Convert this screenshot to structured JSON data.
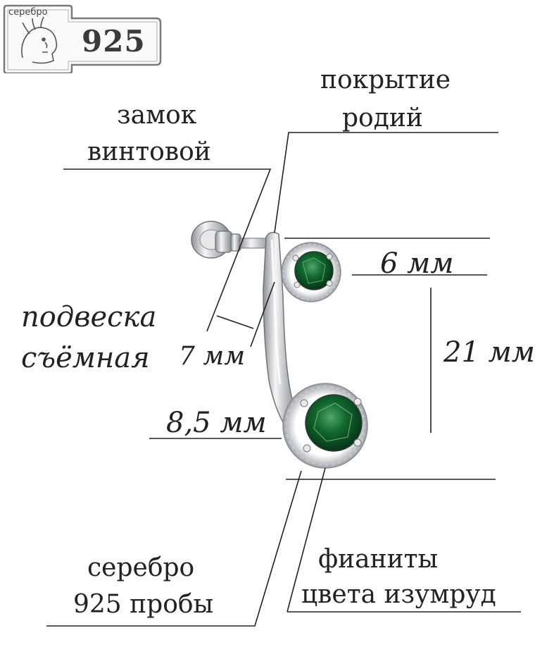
{
  "stamp": {
    "metal": "серебро",
    "fineness": "925"
  },
  "labels": {
    "coating_line1": "покрытие",
    "coating_line2": "родий",
    "lock_line1": "замок",
    "lock_line2": "винтовой",
    "pendant_line1": "подвеска",
    "pendant_line2": "съёмная",
    "silver_line1": "серебро",
    "silver_line2": "925 пробы",
    "stones_line1": "фианиты",
    "stones_line2": "цвета изумруд"
  },
  "dimensions": {
    "small_stone": "6 мм",
    "lock_width": "7 мм",
    "total_length": "21 мм",
    "large_stone": "8,5 мм"
  },
  "colors": {
    "emerald": "#0f5a2a",
    "silver": "#c9ccd0",
    "line": "#222222"
  }
}
